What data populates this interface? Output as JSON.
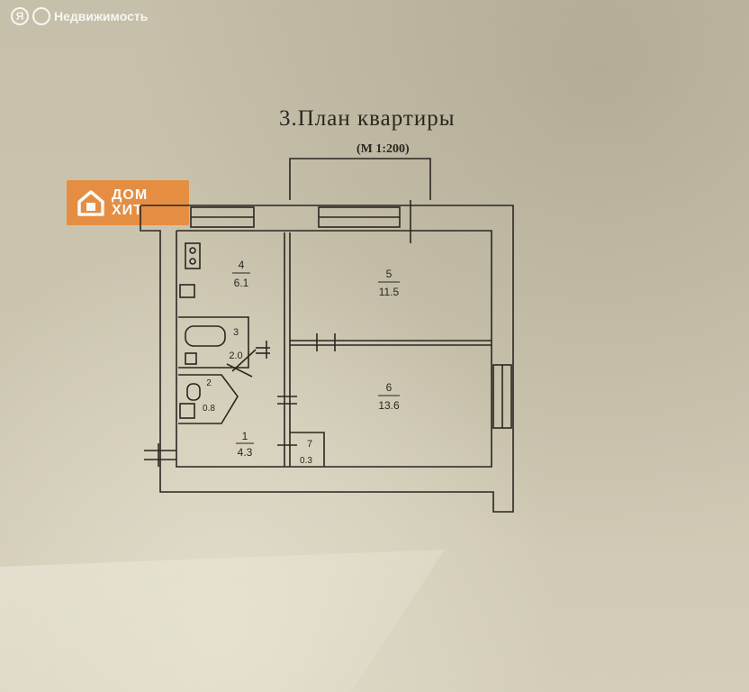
{
  "watermark": {
    "brand_letter": "Я",
    "text": "Недвижимость"
  },
  "logo": {
    "line1": "ДОМ",
    "line2": "ХИТ"
  },
  "plan": {
    "title": "3.План  квартиры",
    "scale": "(М  1:200)",
    "rooms": [
      {
        "number": "1",
        "area": "4.3"
      },
      {
        "number": "2",
        "area": "0.8"
      },
      {
        "number": "3",
        "area": "2.0"
      },
      {
        "number": "4",
        "area": "6.1"
      },
      {
        "number": "5",
        "area": "11.5"
      },
      {
        "number": "6",
        "area": "13.6"
      },
      {
        "number": "7",
        "area": "0.3"
      }
    ]
  },
  "colors": {
    "ink": "#2a2620",
    "paper": "#c9c3ad",
    "logo_orange": "#e88a3a"
  }
}
